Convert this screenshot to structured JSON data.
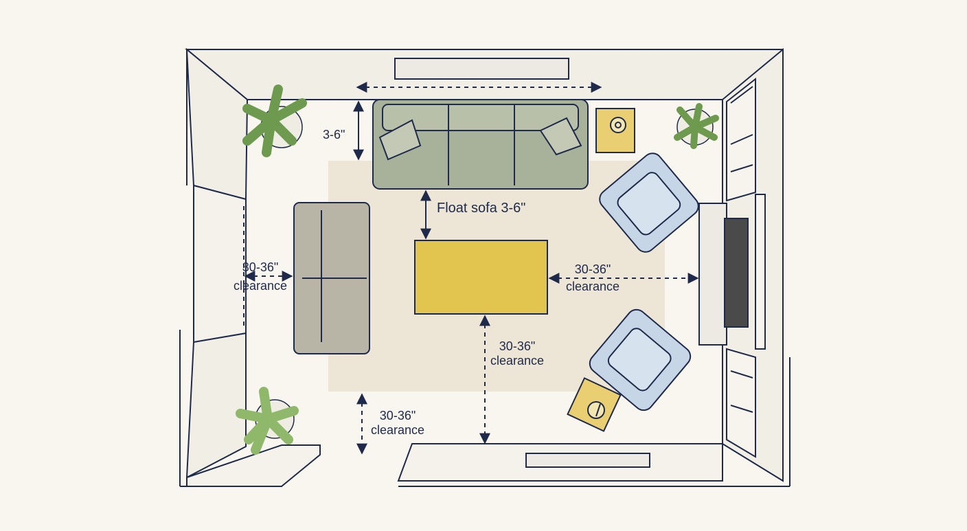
{
  "dimensions": {
    "sofa_depth": "3-6\"",
    "float_sofa": "Float sofa 3-6\"",
    "left_clearance": {
      "value": "30-36\"",
      "unit": "clearance"
    },
    "right_clearance": {
      "value": "30-36\"",
      "unit": "clearance"
    },
    "center_clearance": {
      "value": "30-36\"",
      "unit": "clearance"
    },
    "bottom_clearance": {
      "value": "30-36\"",
      "unit": "clearance"
    }
  },
  "colors": {
    "ink": "#1f2a4a",
    "wall_fill": "#f1efe5",
    "rug": "#ebe3d2",
    "sofa": "#a8b29b",
    "loveseat": "#b9b5a6",
    "armchair": "#c6d6e6",
    "coffee_table": "#e2c54f",
    "side_table": "#e9cf72",
    "plant": "#8fb86a",
    "tv": "#4a4a4a"
  }
}
